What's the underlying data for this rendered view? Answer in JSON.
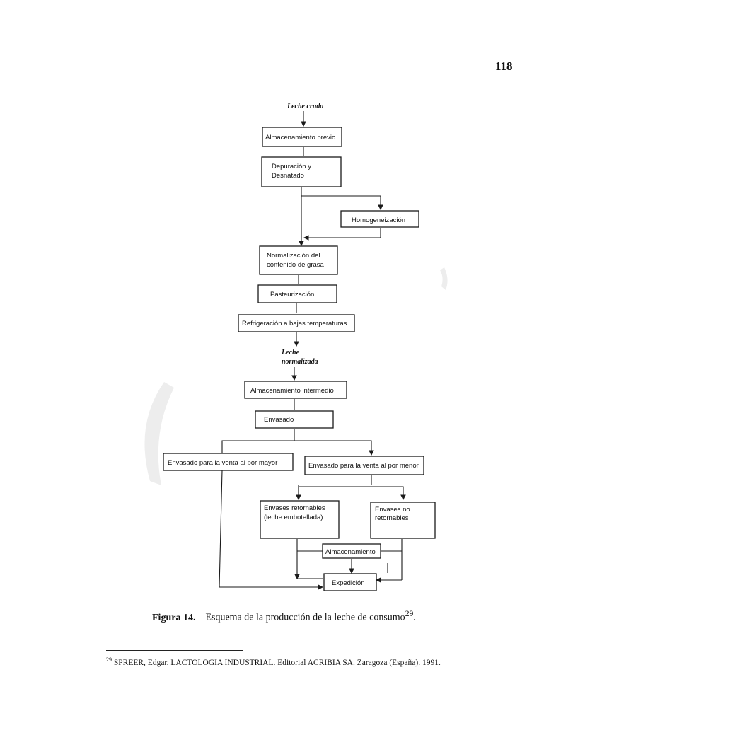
{
  "page_number": "118",
  "diagram": {
    "input_label": "Leche cruda",
    "intermediate_label": [
      "Leche",
      "normalizada"
    ],
    "steps": {
      "almacenamiento_previo": [
        "Almacenamiento previo"
      ],
      "depuracion": [
        "Depuración y",
        "Desnatado"
      ],
      "homogeneizacion": [
        "Homogeneización"
      ],
      "normalizacion": [
        "Normalización del",
        "contenido de grasa"
      ],
      "pasteurizacion": [
        "Pasteurización"
      ],
      "refrigeracion": [
        "Refrigeración a bajas temperaturas"
      ],
      "almacenamiento_intermedio": [
        "Almacenamiento intermedio"
      ],
      "envasado": [
        "Envasado"
      ],
      "venta_mayor": [
        "Envasado para la venta al por mayor"
      ],
      "venta_menor": [
        "Envasado para la venta al por menor"
      ],
      "retornables": [
        "Envases retornables",
        "(leche embotellada)"
      ],
      "no_retornables": [
        "Envases no",
        "retornables"
      ],
      "almacenamiento": [
        "Almacenamiento"
      ],
      "expedicion": [
        "Expedición"
      ]
    }
  },
  "caption": {
    "label": "Figura 14.",
    "text": "Esquema de la producción de la leche de consumo",
    "ref": "29",
    "end": "."
  },
  "footnote": {
    "number": "29",
    "text": "SPREER, Edgar. LACTOLOGIA INDUSTRIAL. Editorial ACRIBIA SA. Zaragoza (España). 1991."
  }
}
